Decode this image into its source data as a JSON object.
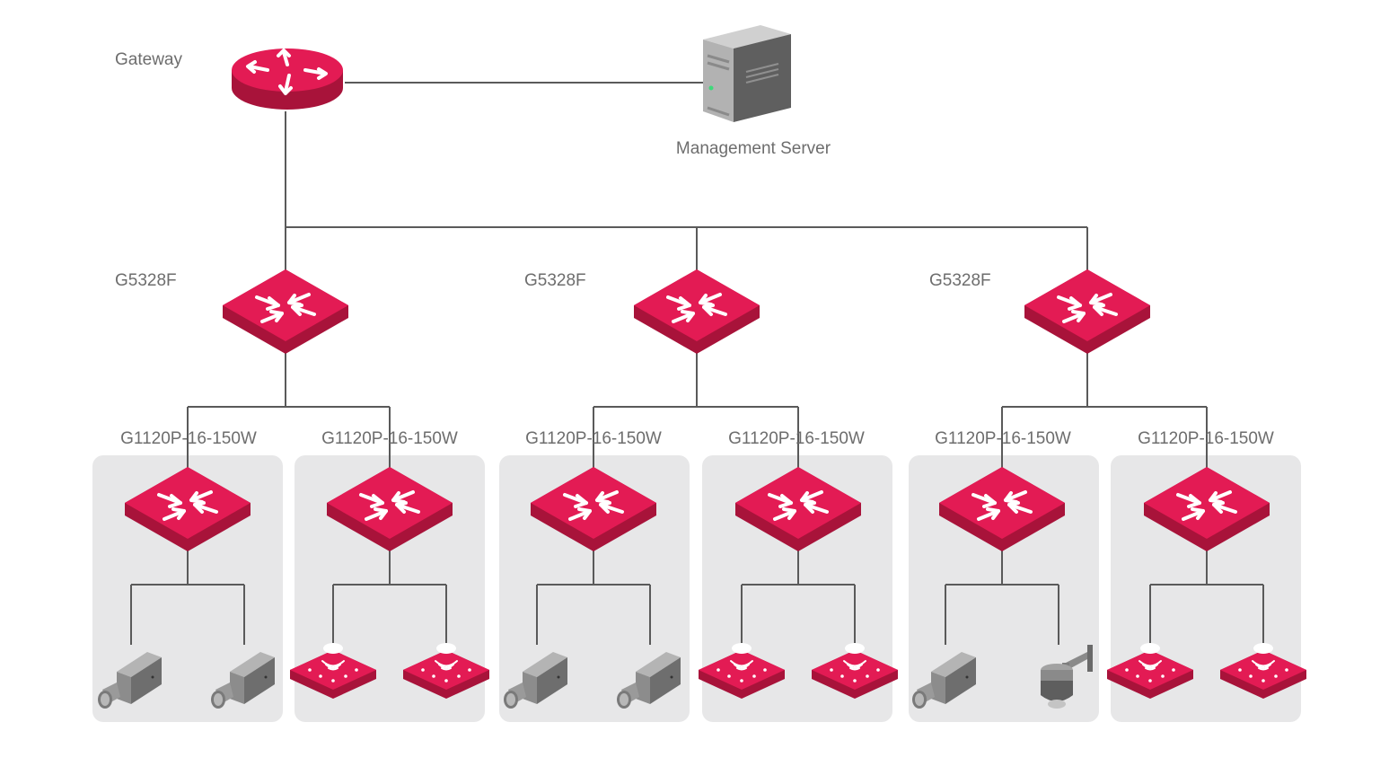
{
  "gateway": {
    "label": "Gateway",
    "icon": "router-icon"
  },
  "server": {
    "label": "Management Server",
    "icon": "server-icon"
  },
  "core_switches": [
    {
      "label": "G5328F",
      "icon": "switch-icon"
    },
    {
      "label": "G5328F",
      "icon": "switch-icon"
    },
    {
      "label": "G5328F",
      "icon": "switch-icon"
    }
  ],
  "access_switches": [
    {
      "label": "G1120P-16-150W",
      "icon": "switch-icon",
      "devices": [
        "camera-icon",
        "camera-icon"
      ]
    },
    {
      "label": "G1120P-16-150W",
      "icon": "switch-icon",
      "devices": [
        "access-point-icon",
        "access-point-icon"
      ]
    },
    {
      "label": "G1120P-16-150W",
      "icon": "switch-icon",
      "devices": [
        "camera-icon",
        "camera-icon"
      ]
    },
    {
      "label": "G1120P-16-150W",
      "icon": "switch-icon",
      "devices": [
        "access-point-icon",
        "access-point-icon"
      ]
    },
    {
      "label": "G1120P-16-150W",
      "icon": "switch-icon",
      "devices": [
        "camera-icon",
        "dome-camera-icon"
      ]
    },
    {
      "label": "G1120P-16-150W",
      "icon": "switch-icon",
      "devices": [
        "access-point-icon",
        "access-point-icon"
      ]
    }
  ],
  "colors": {
    "device_red": "#e31b54",
    "line": "#5a5a5a",
    "panel": "#e7e7e8",
    "label": "#6d6d6d"
  }
}
